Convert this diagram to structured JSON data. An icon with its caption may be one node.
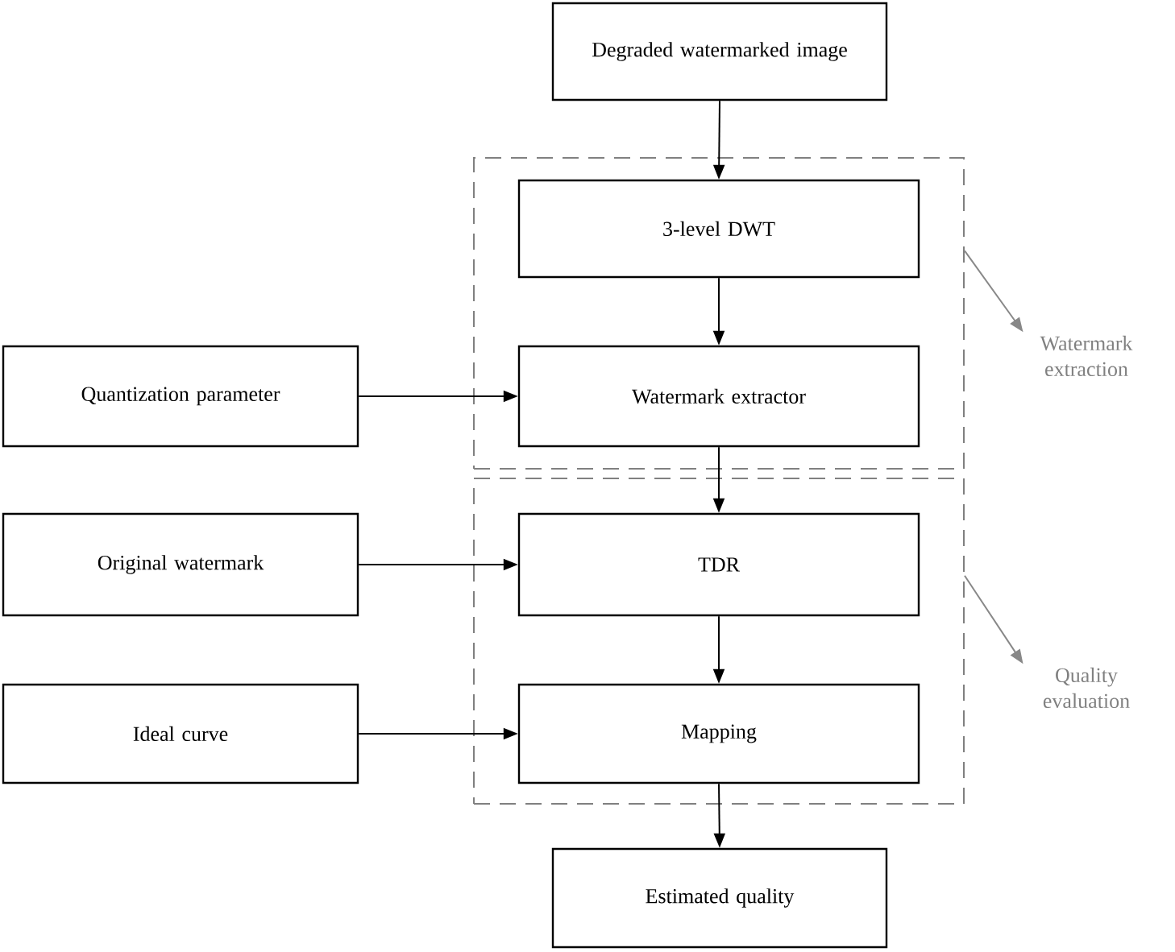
{
  "diagram": {
    "nodes": [
      {
        "text": [
          "Degraded watermarked image"
        ]
      },
      {
        "text": [],
        "shape": "box"
      },
      {
        "text": [
          "3-level DWT"
        ],
        "in": 1
      },
      {
        "text": [
          "Quantization parameter"
        ]
      },
      {
        "text": [
          "Watermark extractor"
        ],
        "in": 1
      },
      {
        "text": [
          "Watermark extraction"
        ]
      },
      {
        "text": [],
        "shape": "box"
      },
      {
        "text": [
          "Original watermark"
        ]
      },
      {
        "text": [
          "TDR"
        ],
        "in": 6
      },
      {
        "text": [
          "Ideal curve"
        ]
      },
      {
        "text": [
          "Mapping"
        ],
        "in": 6
      },
      {
        "text": [
          "Quality evaluation"
        ]
      },
      {
        "text": [
          "Estimated quality"
        ]
      }
    ],
    "edges": [
      {
        "from": 0,
        "to": 2,
        "arrow": "to"
      },
      {
        "from": 2,
        "to": 4,
        "arrow": "to"
      },
      {
        "from": 3,
        "to": 4,
        "arrow": "to"
      },
      {
        "from": 4,
        "to": 8,
        "arrow": "to"
      },
      {
        "from": 7,
        "to": 8,
        "arrow": "to"
      },
      {
        "from": 8,
        "to": 10,
        "arrow": "to"
      },
      {
        "from": 9,
        "to": 10,
        "arrow": "to"
      },
      {
        "from": 10,
        "to": 12,
        "arrow": "to"
      },
      {
        "from": 1,
        "to": 5,
        "arrow": "to",
        "color": "#888888"
      },
      {
        "from": 6,
        "to": 11,
        "arrow": "to",
        "color": "#888888"
      }
    ]
  }
}
